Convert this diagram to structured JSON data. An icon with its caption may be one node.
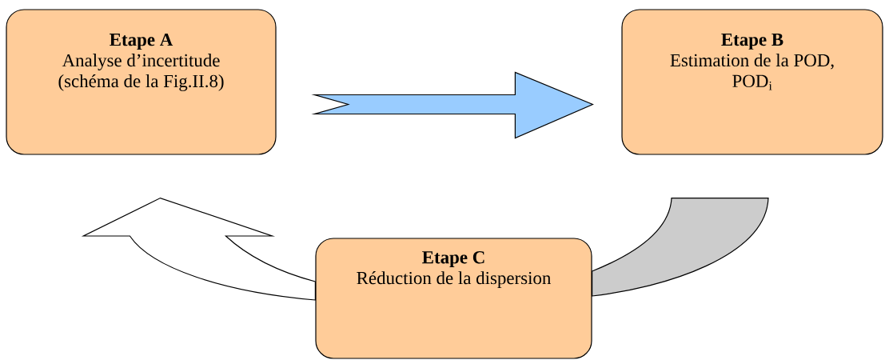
{
  "diagram": {
    "nodes": [
      {
        "text": [
          "Etape A",
          "Analyse d’incertitude (schéma de la Fig.II.8)"
        ]
      },
      {
        "text": [
          "Etape B",
          "Estimation de la POD, POD$_{i}$"
        ]
      },
      {
        "text": [
          "Etape C",
          "Réduction de la dispersion"
        ]
      }
    ],
    "edges": [
      {
        "from": 0,
        "to": 1,
        "arrow": "to",
        "color": "#99ccff"
      },
      {
        "from": 1,
        "to": 2,
        "arrow": "none",
        "color": "#cccccc"
      },
      {
        "from": 2,
        "to": 0,
        "arrow": "to",
        "color": "#ffffff"
      }
    ]
  }
}
